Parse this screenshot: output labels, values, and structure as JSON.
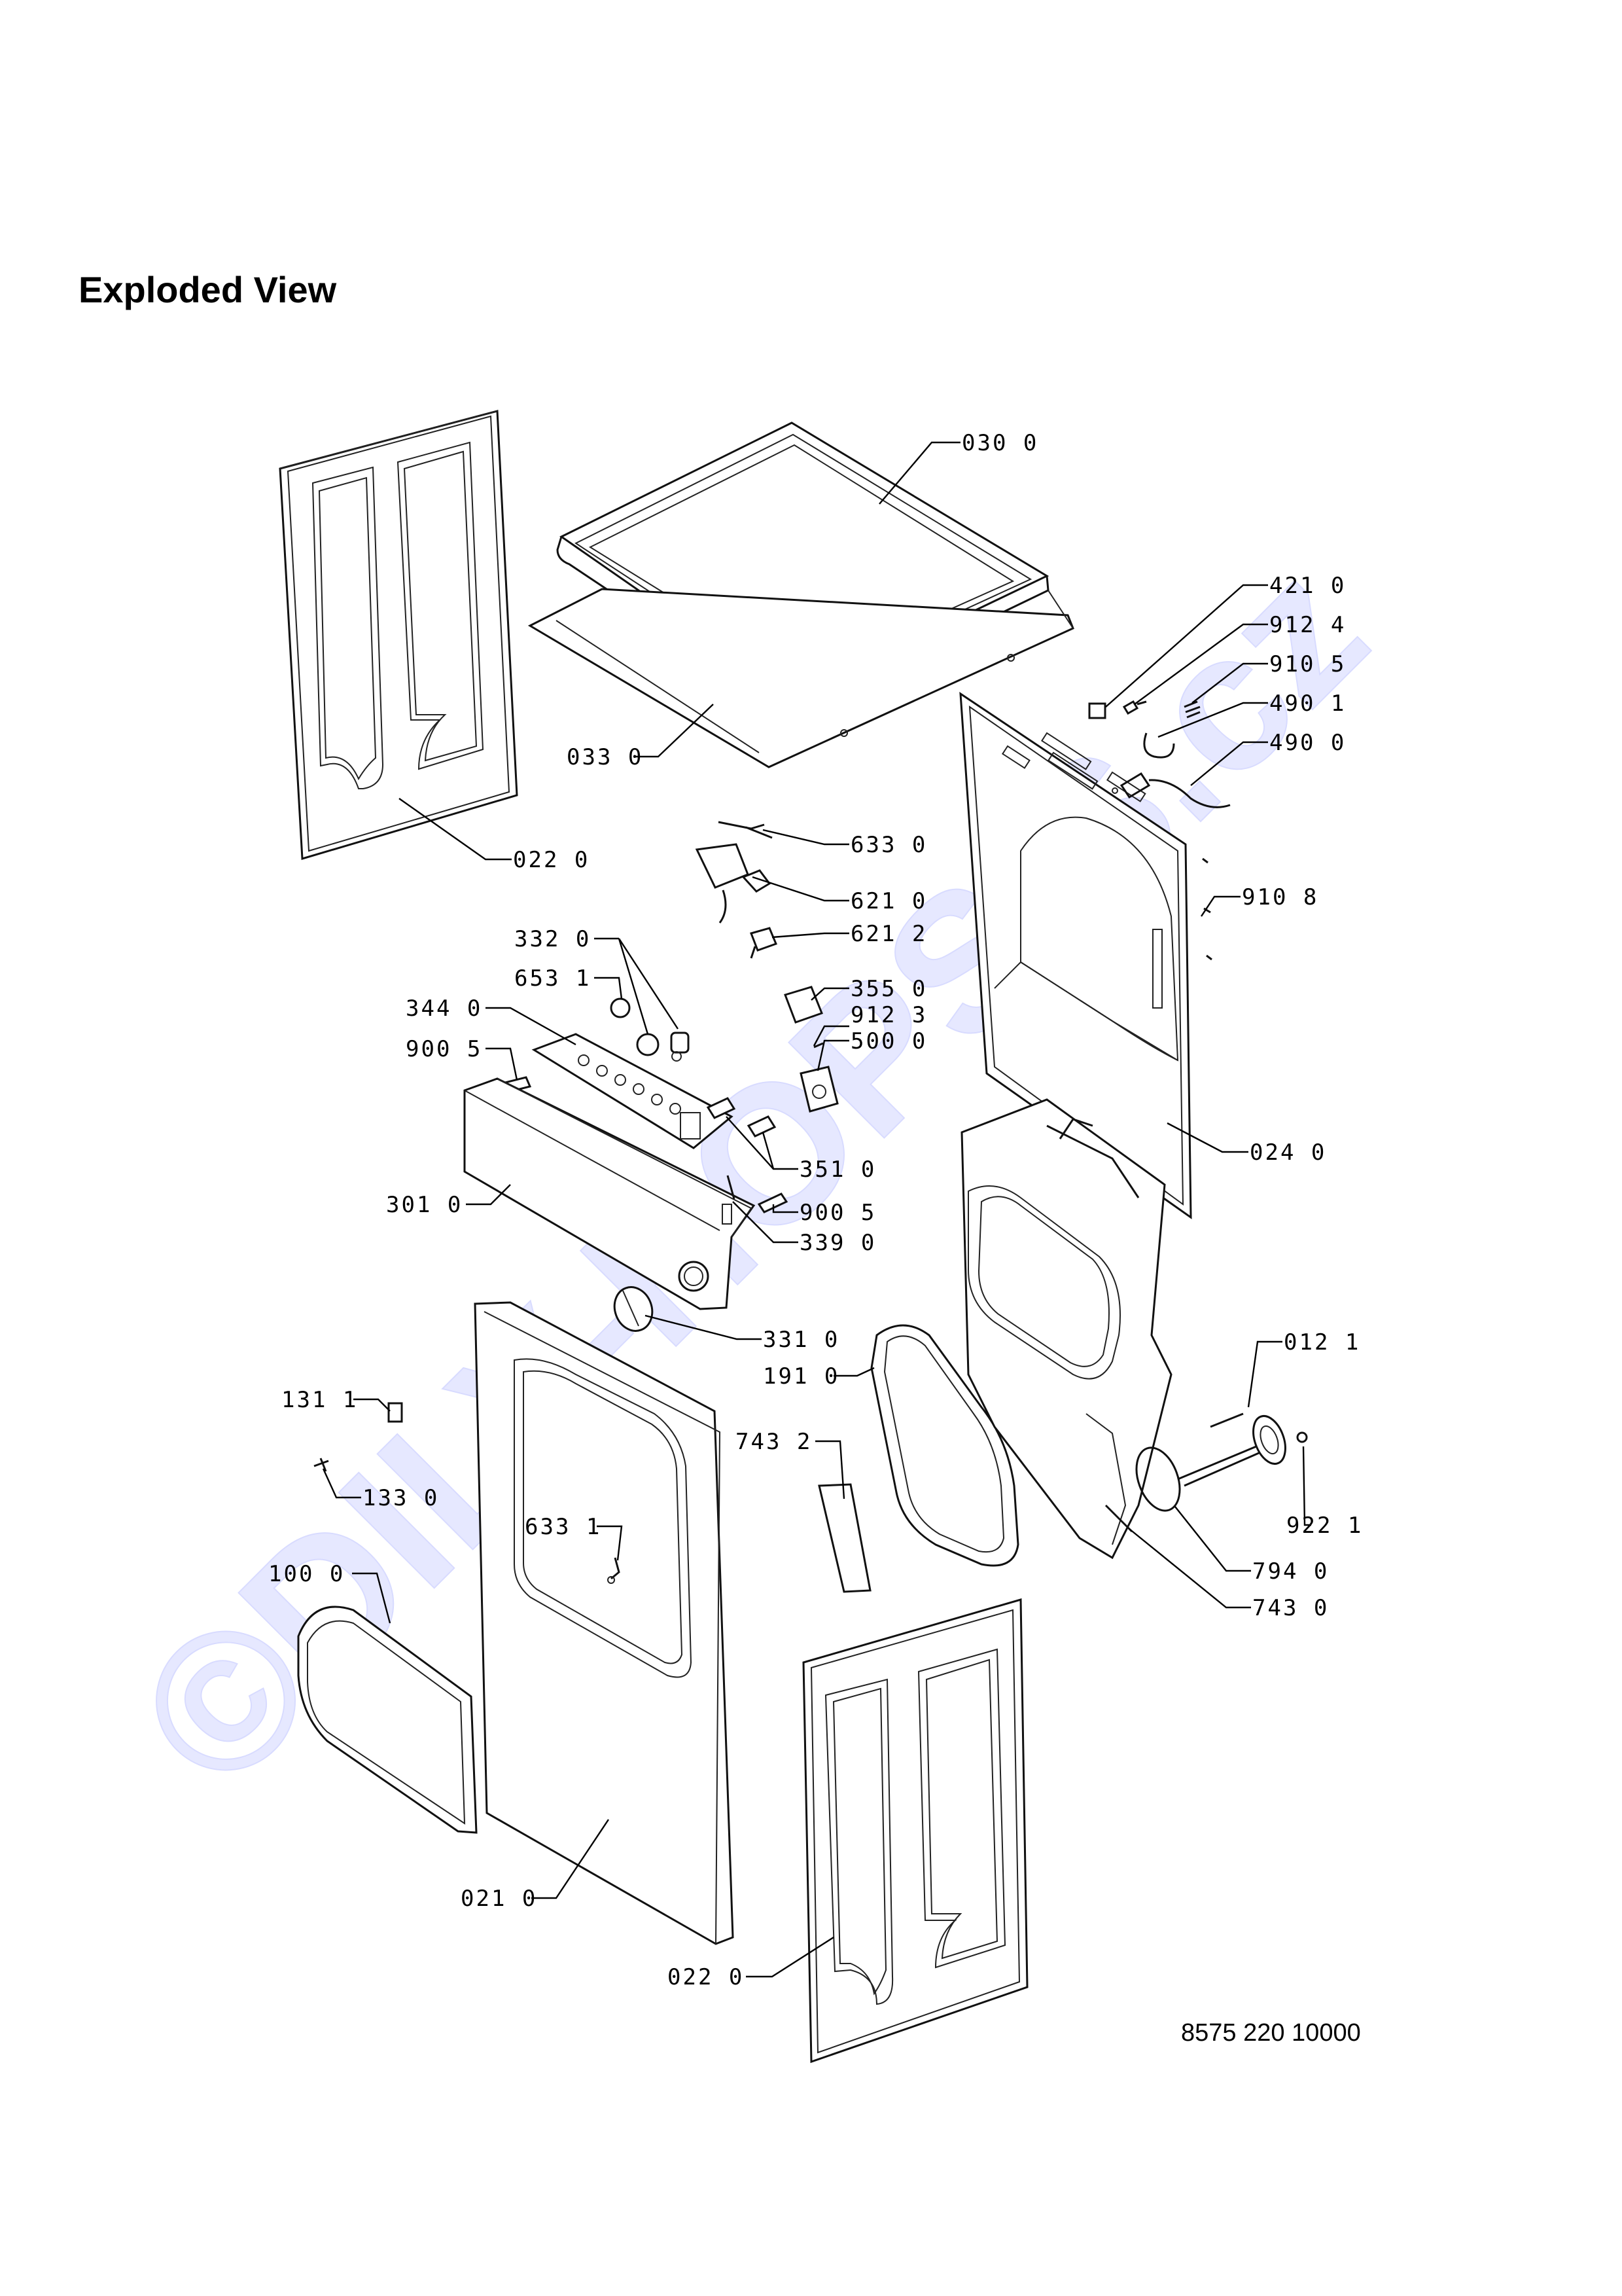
{
  "header": {
    "title": "Exploded View"
  },
  "footer": {
    "drawing_number": "8575 220 10000"
  },
  "watermark": {
    "text": "©DILY-HOPSIS.cz",
    "color": "#e6e8ff"
  },
  "callouts": [
    {
      "id": "c-030-0",
      "label": "030 0"
    },
    {
      "id": "c-421-0",
      "label": "421 0"
    },
    {
      "id": "c-912-4",
      "label": "912 4"
    },
    {
      "id": "c-910-5",
      "label": "910 5"
    },
    {
      "id": "c-490-1",
      "label": "490 1"
    },
    {
      "id": "c-490-0",
      "label": "490 0"
    },
    {
      "id": "c-033-0",
      "label": "033 0"
    },
    {
      "id": "c-022-0-top",
      "label": "022 0"
    },
    {
      "id": "c-633-0",
      "label": "633 0"
    },
    {
      "id": "c-621-0",
      "label": "621 0"
    },
    {
      "id": "c-910-8",
      "label": "910 8"
    },
    {
      "id": "c-621-2",
      "label": "621 2"
    },
    {
      "id": "c-332-0",
      "label": "332 0"
    },
    {
      "id": "c-653-1",
      "label": "653 1"
    },
    {
      "id": "c-355-0",
      "label": "355 0"
    },
    {
      "id": "c-344-0",
      "label": "344 0"
    },
    {
      "id": "c-912-3",
      "label": "912 3"
    },
    {
      "id": "c-500-0",
      "label": "500 0"
    },
    {
      "id": "c-900-5-left",
      "label": "900 5"
    },
    {
      "id": "c-024-0",
      "label": "024 0"
    },
    {
      "id": "c-351-0",
      "label": "351 0"
    },
    {
      "id": "c-301-0",
      "label": "301 0"
    },
    {
      "id": "c-900-5-right",
      "label": "900 5"
    },
    {
      "id": "c-339-0",
      "label": "339 0"
    },
    {
      "id": "c-331-0",
      "label": "331 0"
    },
    {
      "id": "c-012-1",
      "label": "012 1"
    },
    {
      "id": "c-191-0",
      "label": "191 0"
    },
    {
      "id": "c-131-1",
      "label": "131 1"
    },
    {
      "id": "c-743-2",
      "label": "743 2"
    },
    {
      "id": "c-133-0",
      "label": "133 0"
    },
    {
      "id": "c-922-1",
      "label": "922 1"
    },
    {
      "id": "c-633-1",
      "label": "633 1"
    },
    {
      "id": "c-794-0",
      "label": "794 0"
    },
    {
      "id": "c-100-0",
      "label": "100 0"
    },
    {
      "id": "c-743-0",
      "label": "743 0"
    },
    {
      "id": "c-021-0",
      "label": "021 0"
    },
    {
      "id": "c-022-0-bottom",
      "label": "022 0"
    }
  ]
}
